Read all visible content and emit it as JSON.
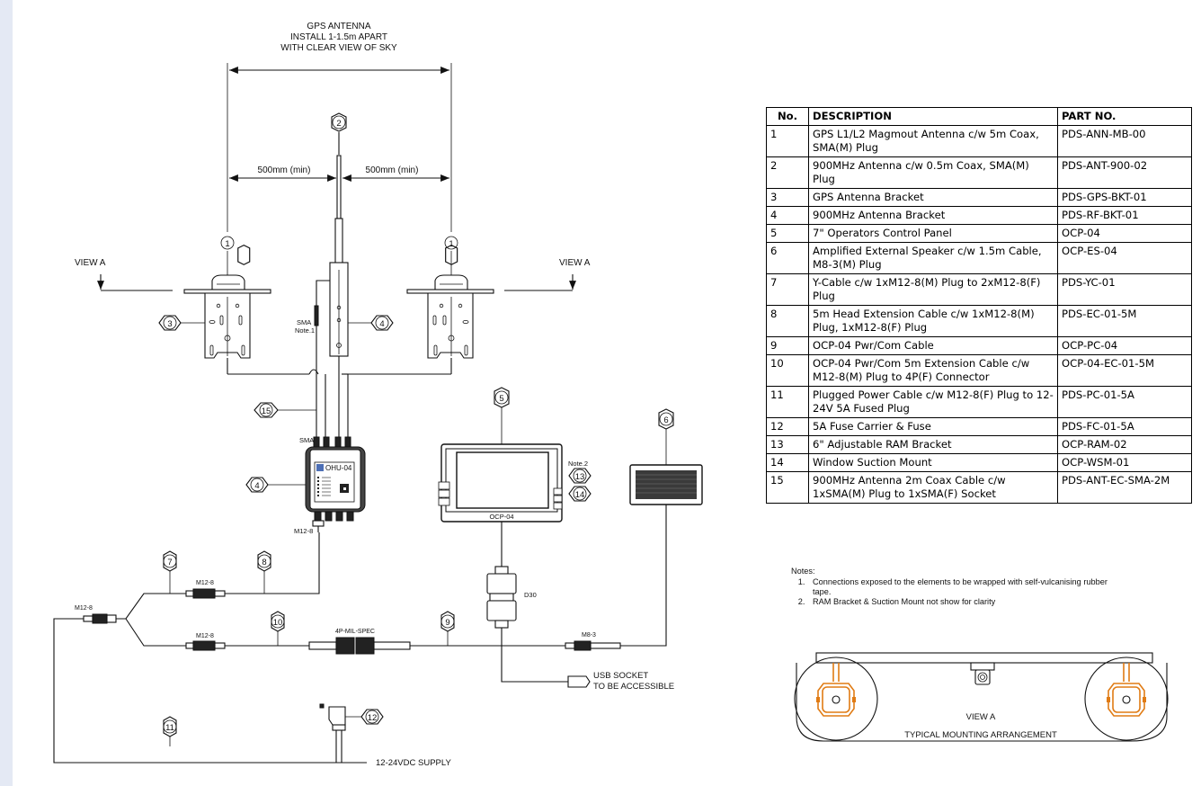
{
  "header": {
    "gps_note": [
      "GPS ANTENNA",
      "INSTALL 1-1.5m APART",
      "WITH CLEAR VIEW OF SKY"
    ]
  },
  "dimensions": {
    "left_spacing": "500mm (min)",
    "right_spacing": "500mm (min)"
  },
  "labels": {
    "view_a_left": "VIEW A",
    "view_a_right": "VIEW A",
    "sma_note": [
      "SMA",
      "Note.1"
    ],
    "sma_top": "SMA",
    "ohu_label": "OHU-04",
    "m12_8_bottom": "M12-8",
    "ocp_label": "OCP-04",
    "note2": "Note.2",
    "d30": "D30",
    "m12_8_a": "M12-8",
    "m12_8_b": "M12-8",
    "m12_8_c": "M12-8",
    "mil_spec": "4P-MIL-SPEC",
    "m8_3": "M8-3",
    "usb": [
      "USB SOCKET",
      "TO BE ACCESSIBLE"
    ],
    "supply": "12-24VDC SUPPLY",
    "view_a_caption": "VIEW A",
    "mounting_caption": "TYPICAL MOUNTING ARRANGEMENT"
  },
  "balloons": {
    "b1a": "1",
    "b1b": "1",
    "b2": "2",
    "b3": "3",
    "b4a": "4",
    "b4b": "4",
    "b5": "5",
    "b6": "6",
    "b7": "7",
    "b8": "8",
    "b9": "9",
    "b10": "10",
    "b11": "11",
    "b12": "12",
    "b13": "13",
    "b14": "14",
    "b15": "15"
  },
  "table": {
    "headers": [
      "No.",
      "DESCRIPTION",
      "PART NO."
    ],
    "rows": [
      [
        "1",
        "GPS L1/L2 Magmout Antenna c/w 5m Coax, SMA(M) Plug",
        "PDS-ANN-MB-00"
      ],
      [
        "2",
        "900MHz Antenna c/w 0.5m Coax, SMA(M) Plug",
        "PDS-ANT-900-02"
      ],
      [
        "3",
        "GPS Antenna Bracket",
        "PDS-GPS-BKT-01"
      ],
      [
        "4",
        "900MHz Antenna Bracket",
        "PDS-RF-BKT-01"
      ],
      [
        "5",
        "7\" Operators Control Panel",
        "OCP-04"
      ],
      [
        "6",
        "Amplified External Speaker c/w 1.5m Cable, M8-3(M) Plug",
        "OCP-ES-04"
      ],
      [
        "7",
        "Y-Cable c/w 1xM12-8(M) Plug to 2xM12-8(F) Plug",
        "PDS-YC-01"
      ],
      [
        "8",
        "5m Head Extension Cable c/w 1xM12-8(M) Plug, 1xM12-8(F) Plug",
        "PDS-EC-01-5M"
      ],
      [
        "9",
        "OCP-04 Pwr/Com Cable",
        "OCP-PC-04"
      ],
      [
        "10",
        "OCP-04 Pwr/Com 5m Extension Cable c/w M12-8(M) Plug to 4P(F) Connector",
        "OCP-04-EC-01-5M"
      ],
      [
        "11",
        "Plugged Power Cable c/w M12-8(F) Plug to 12-24V 5A Fused Plug",
        "PDS-PC-01-5A"
      ],
      [
        "12",
        "5A Fuse Carrier & Fuse",
        "PDS-FC-01-5A"
      ],
      [
        "13",
        "6\" Adjustable RAM Bracket",
        "OCP-RAM-02"
      ],
      [
        "14",
        "Window Suction Mount",
        "OCP-WSM-01"
      ],
      [
        "15",
        "900MHz Antenna 2m Coax Cable c/w 1xSMA(M) Plug to 1xSMA(F) Socket",
        "PDS-ANT-EC-SMA-2M"
      ]
    ]
  },
  "notes": {
    "title": "Notes:",
    "items": [
      "Connections exposed to the elements to be wrapped with self-vulcanising rubber tape.",
      "RAM Bracket & Suction Mount not show for clarity"
    ]
  },
  "colors": {
    "page_bg": "#e4e9f4",
    "sheet": "#ffffff",
    "ink": "#111111",
    "accent": "#e07b14"
  }
}
